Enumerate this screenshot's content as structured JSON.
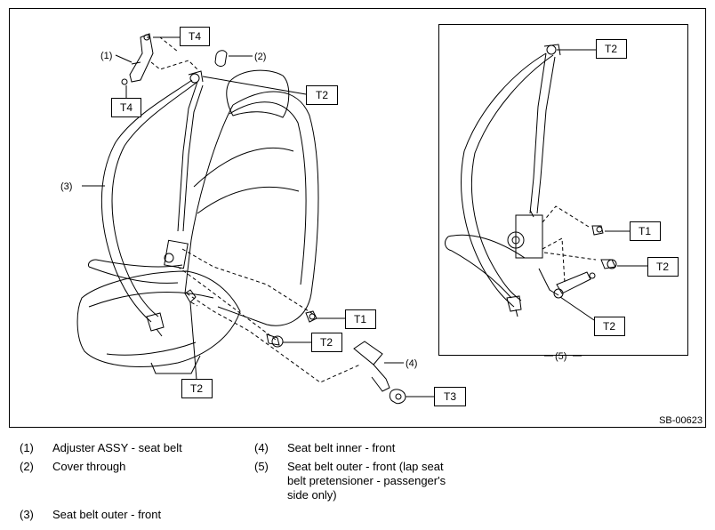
{
  "figure": {
    "code": "SB-00623"
  },
  "callouts": {
    "c1": "(1)",
    "c2": "(2)",
    "c3": "(3)",
    "c4": "(4)",
    "c5": "(5)"
  },
  "torque_labels": {
    "t4_top": "T4",
    "t4_bottom": "T4",
    "t2_upper": "T2",
    "t2_seat_base": "T2",
    "t2_anchor_bolt": "T2",
    "t1_main": "T1",
    "t3_buckle": "T3",
    "t2_inset_top": "T2",
    "t1_inset": "T1",
    "t2_inset_bolt": "T2",
    "t2_inset_pretensioner": "T2"
  },
  "legend": [
    {
      "num": "(1)",
      "text": "Adjuster ASSY - seat belt"
    },
    {
      "num": "(2)",
      "text": "Cover through"
    },
    {
      "num": "(3)",
      "text": "Seat belt outer - front"
    },
    {
      "num": "(4)",
      "text": "Seat belt inner - front"
    },
    {
      "num": "(5)",
      "text": "Seat belt outer - front (lap seat belt pretensioner - passenger's side only)"
    }
  ],
  "colors": {
    "line": "#000000",
    "background": "#ffffff"
  }
}
